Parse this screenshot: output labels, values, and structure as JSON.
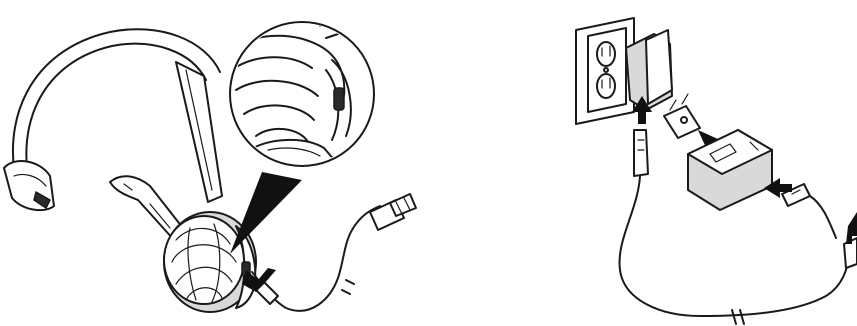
{
  "figure": {
    "panels": [
      {
        "id": "headset-charging",
        "parts": [
          "headband",
          "ear-cushion",
          "boom-microphone",
          "usb-cable",
          "usb-connector",
          "charge-port-detail"
        ],
        "arrows": 1
      },
      {
        "id": "wall-charger",
        "parts": [
          "wall-outlet",
          "ac-adapter",
          "plug-clip",
          "usb-cable",
          "usb-connector"
        ],
        "arrows": 4
      }
    ],
    "colors": {
      "line": "#1a1a1a",
      "shade": "#d9d9d9",
      "dark": "#111111",
      "background": "#ffffff"
    }
  }
}
